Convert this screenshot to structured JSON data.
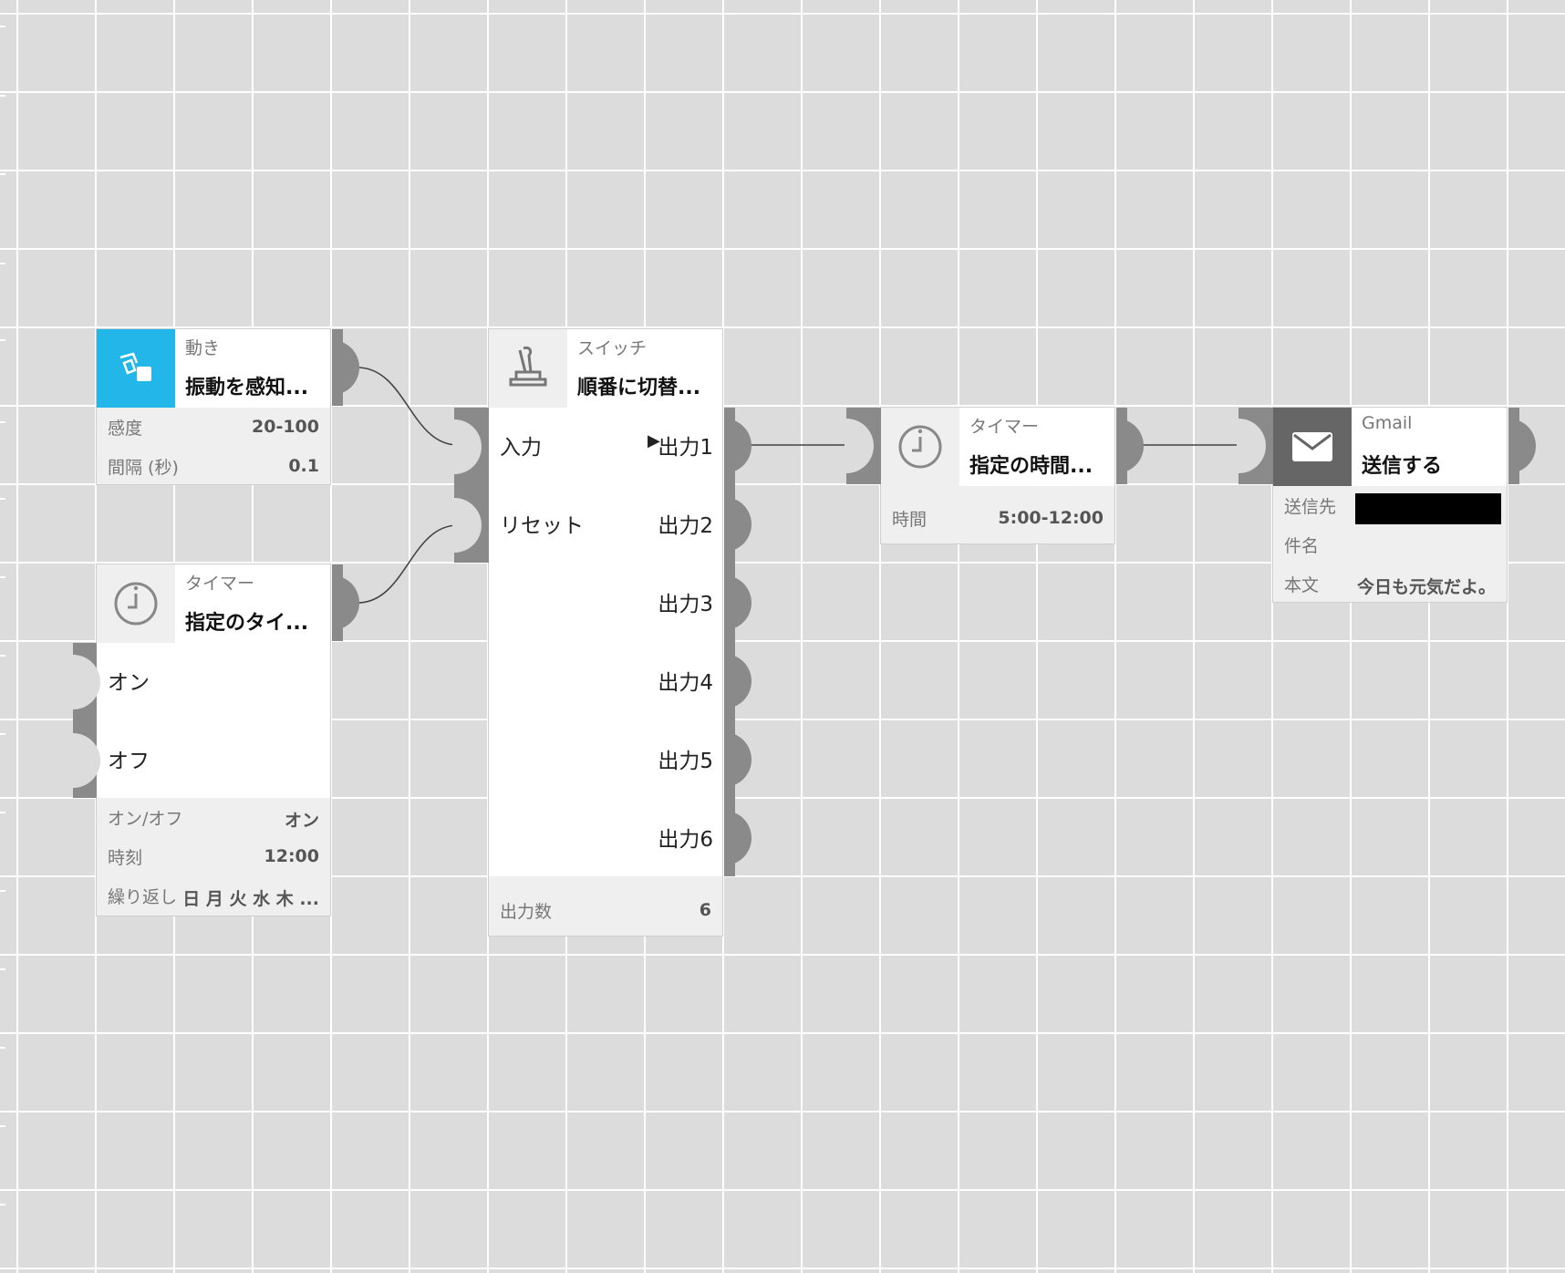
{
  "blocks": {
    "motion": {
      "category": "動き",
      "title": "振動を感知...",
      "icon": "motion-sensor-icon",
      "params": [
        {
          "label": "感度",
          "value": "20-100"
        },
        {
          "label": "間隔 (秒)",
          "value": "0.1"
        }
      ]
    },
    "timer_left": {
      "category": "タイマー",
      "title": "指定のタイ...",
      "icon": "clock-icon",
      "inputs": [
        "オン",
        "オフ"
      ],
      "params": [
        {
          "label": "オン/オフ",
          "value": "オン"
        },
        {
          "label": "時刻",
          "value": "12:00"
        },
        {
          "label": "繰り返し",
          "value": "日 月 火 水 木 ..."
        }
      ]
    },
    "switch": {
      "category": "スイッチ",
      "title": "順番に切替...",
      "icon": "toggle-switch-icon",
      "inputs": [
        "入力",
        "リセット"
      ],
      "active_marker": "▶",
      "outputs": [
        "出力1",
        "出力2",
        "出力3",
        "出力4",
        "出力5",
        "出力6"
      ],
      "params": [
        {
          "label": "出力数",
          "value": "6"
        }
      ]
    },
    "timer_right": {
      "category": "タイマー",
      "title": "指定の時間...",
      "icon": "clock-icon",
      "params": [
        {
          "label": "時間",
          "value": "5:00-12:00"
        }
      ]
    },
    "gmail": {
      "category": "Gmail",
      "title": "送信する",
      "icon": "envelope-icon",
      "params": [
        {
          "label": "送信先",
          "value": ""
        },
        {
          "label": "件名",
          "value": ""
        },
        {
          "label": "本文",
          "value": "今日も元気だよ。"
        }
      ]
    }
  },
  "colors": {
    "canvas": "#dcdcdc",
    "grid": "#ffffff",
    "accent_blue": "#23b6e8",
    "connector": "#8a8a8a",
    "param_bg": "#efefef"
  }
}
